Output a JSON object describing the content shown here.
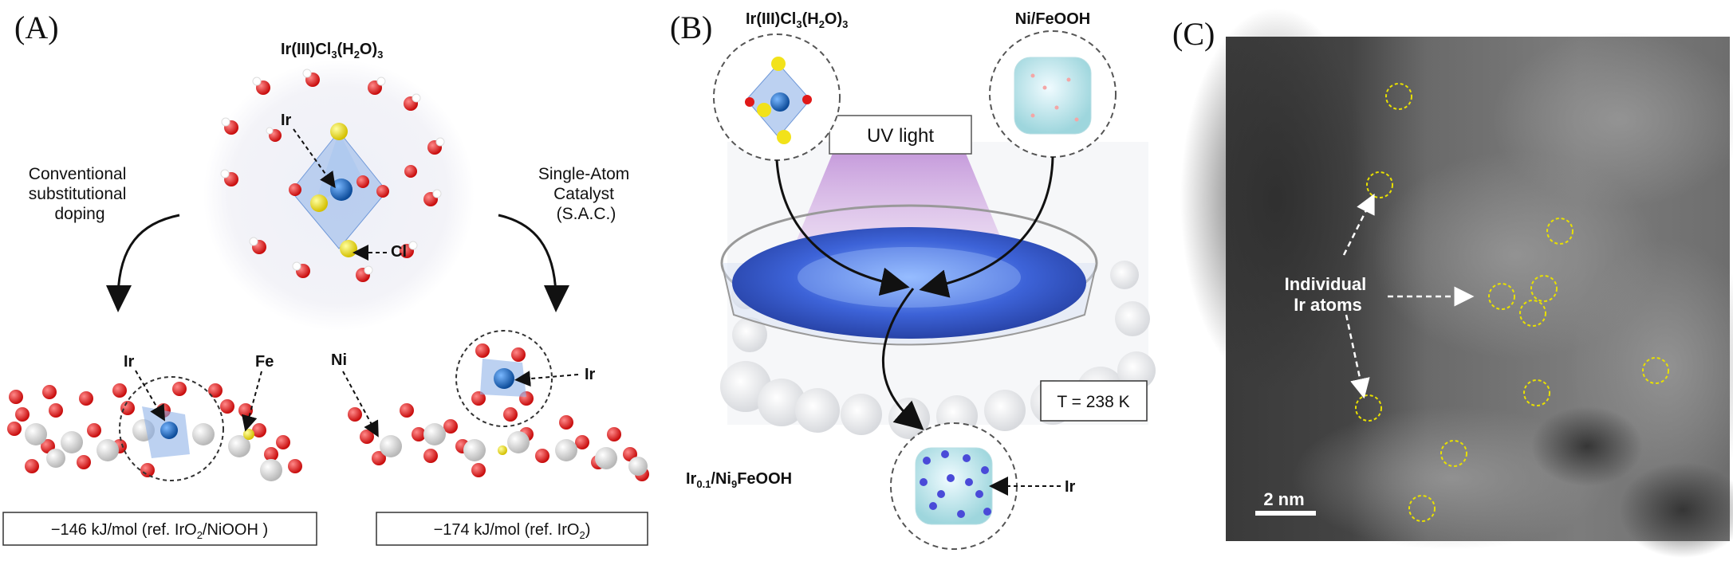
{
  "panels": {
    "a": {
      "label": "(A)",
      "precursor": {
        "base": "Ir(III)Cl",
        "sub1": "3",
        "mid": "(H",
        "sub2": "2",
        "tail": "O)",
        "sub3": "3"
      },
      "ir_label": "Ir",
      "cl_label": "Cl",
      "left_route": [
        "Conventional",
        "substitutional",
        "doping"
      ],
      "right_route": [
        "Single-Atom",
        "Catalyst",
        "(S.A.C.)"
      ],
      "left_struct": {
        "ir": "Ir",
        "fe": "Fe"
      },
      "right_struct": {
        "ni": "Ni",
        "ir": "Ir"
      },
      "left_energy": {
        "main": "−146 kJ/mol (ref. IrO",
        "sub": "2",
        "tail": "/NiOOH )"
      },
      "right_energy": {
        "main": "−174 kJ/mol (ref. IrO",
        "sub": "2",
        "tail": ")"
      }
    },
    "b": {
      "label": "(B)",
      "precursor": {
        "base": "Ir(III)Cl",
        "sub1": "3",
        "mid": "(H",
        "sub2": "2",
        "tail": "O)",
        "sub3": "3"
      },
      "support": "Ni/FeOOH",
      "uv": "UV light",
      "temperature": "T = 238 K",
      "product": {
        "base": "Ir",
        "sub1": "0.1",
        "mid": "/Ni",
        "sub2": "9",
        "tail": "FeOOH"
      },
      "ir_label": "Ir"
    },
    "c": {
      "label": "(C)",
      "annotation": [
        "Individual",
        "Ir atoms"
      ],
      "scalebar": "2 nm"
    }
  },
  "colors": {
    "oxygen": "#e01818",
    "metal": "#e8e8e8",
    "iridium": "#1f6fc4",
    "chlorine": "#f2e21a",
    "octahedron": "#8fb3e8",
    "stem_bg": "#4a4a4a",
    "marker": "#e8e000"
  }
}
